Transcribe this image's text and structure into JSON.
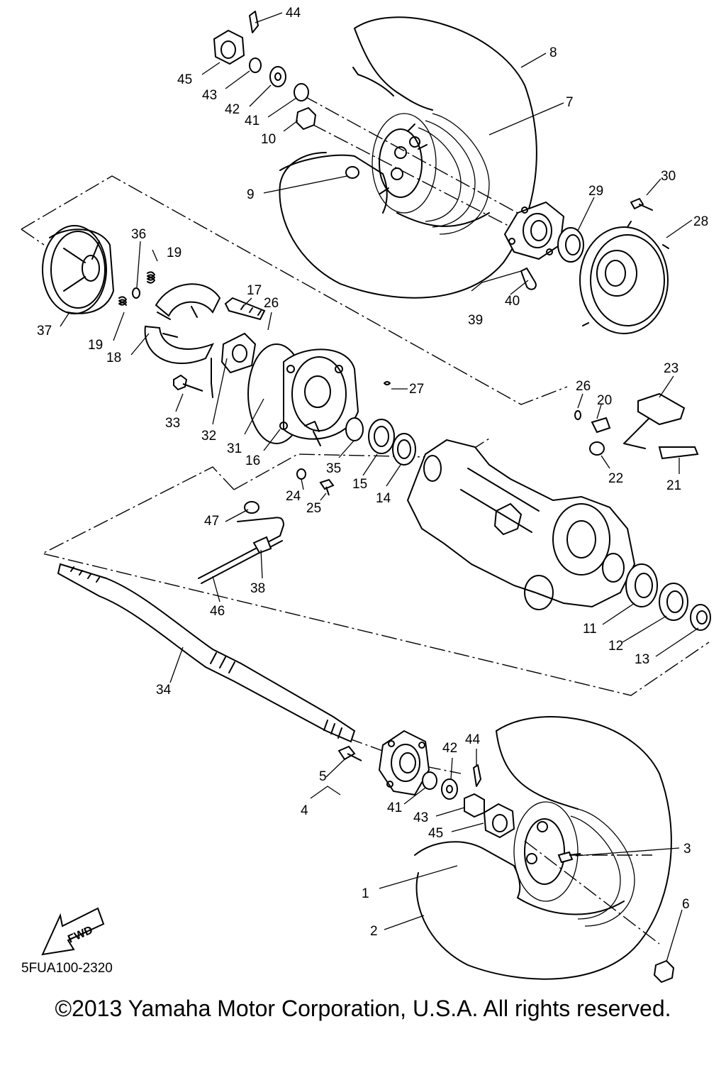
{
  "diagram": {
    "code": "5FUA100-2320",
    "copyright": "©2013 Yamaha Motor Corporation, U.S.A. All rights reserved.",
    "fwd_label": "FWD",
    "callouts": [
      "1",
      "2",
      "3",
      "4",
      "5",
      "6",
      "7",
      "8",
      "9",
      "10",
      "11",
      "12",
      "13",
      "14",
      "15",
      "16",
      "17",
      "18",
      "19",
      "20",
      "21",
      "22",
      "23",
      "24",
      "25",
      "26",
      "27",
      "28",
      "29",
      "30",
      "31",
      "32",
      "33",
      "34",
      "35",
      "36",
      "37",
      "38",
      "39",
      "40",
      "41",
      "42",
      "43",
      "44",
      "45",
      "46",
      "47"
    ]
  }
}
